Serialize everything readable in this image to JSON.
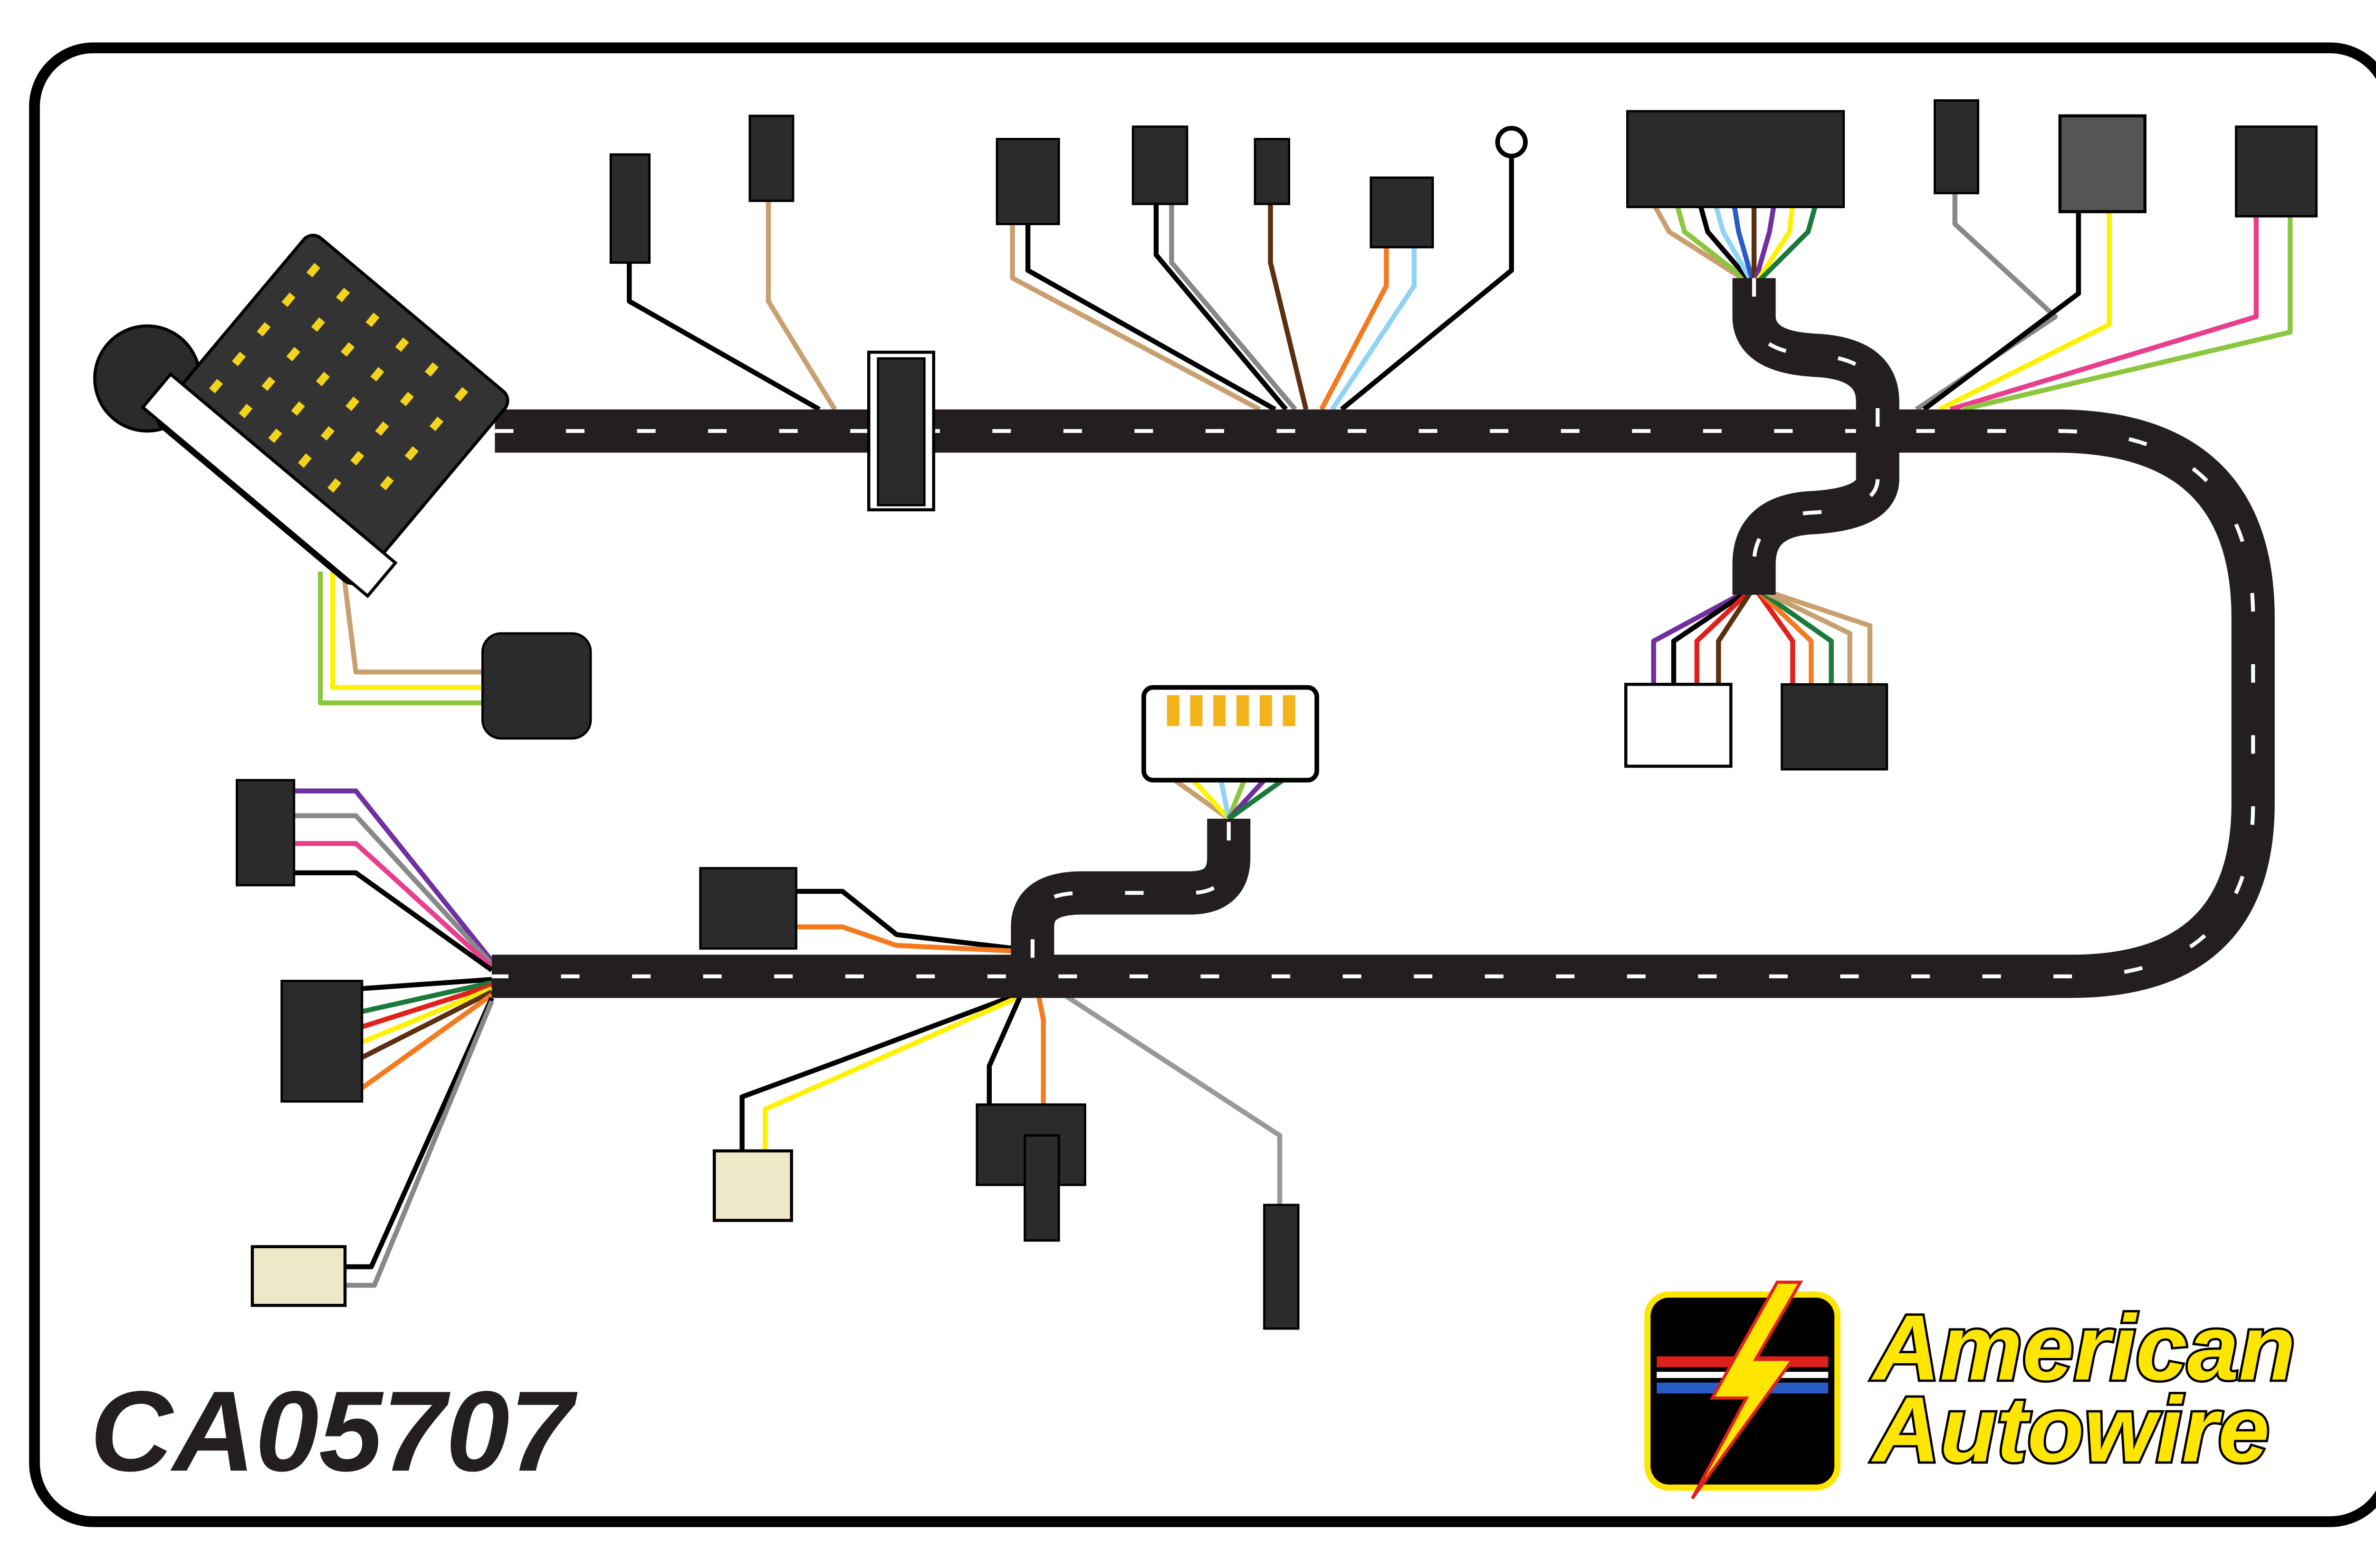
{
  "part_number": "CA05707",
  "brand": {
    "line1": "American",
    "line2": "Autowire"
  },
  "colors": {
    "harness": "#231f20",
    "logo_yellow": "#ffe600",
    "logo_red": "#e0201b",
    "logo_blue": "#2a5cc8"
  },
  "icons": [
    "fuse-block-icon",
    "connector-icon",
    "ring-terminal-icon",
    "lightning-bolt-logo-icon"
  ]
}
